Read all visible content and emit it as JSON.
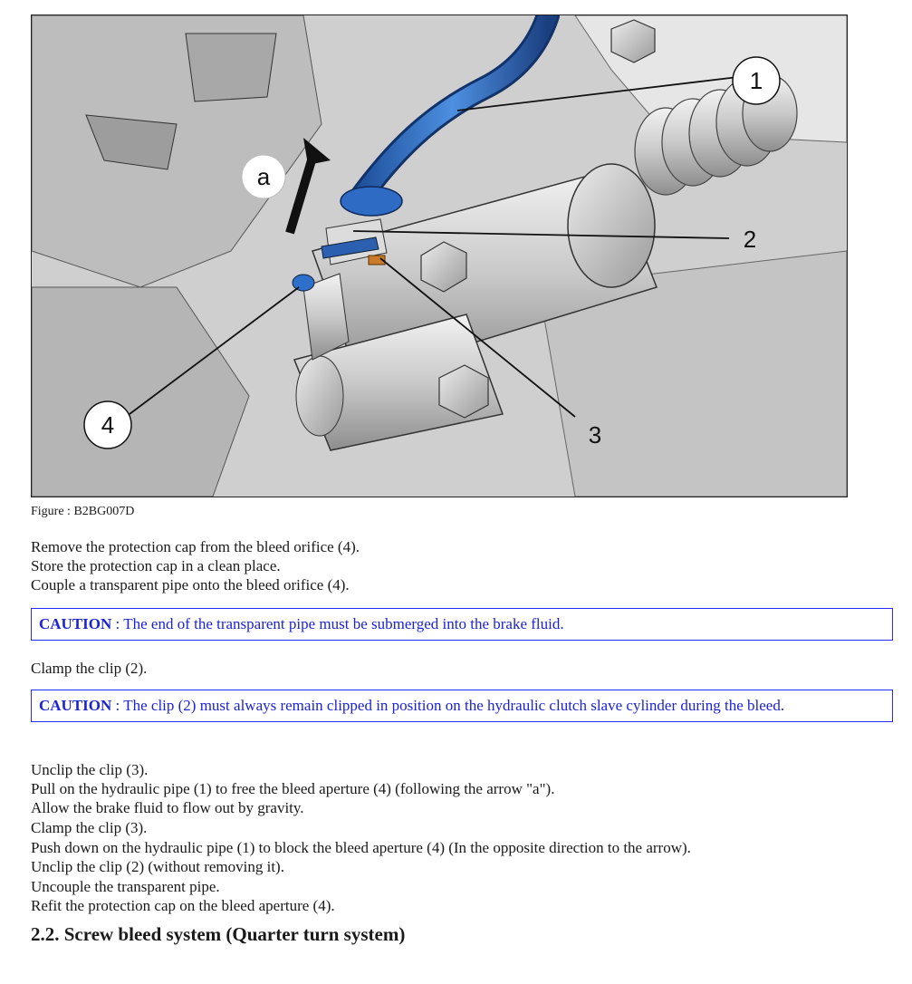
{
  "figure": {
    "caption": "Figure : B2BG007D",
    "callouts": {
      "c1": "1",
      "c2": "2",
      "c3": "3",
      "c4": "4",
      "arrow_label": "a"
    }
  },
  "steps_block_1": [
    "Remove the protection cap from the bleed orifice (4).",
    "Store the protection cap in a clean place.",
    "Couple a transparent pipe onto the bleed orifice (4)."
  ],
  "caution_1": {
    "label": "CAUTION",
    "text": " : The end of the transparent pipe must be submerged into the brake fluid."
  },
  "step_clamp": "Clamp the clip (2).",
  "caution_2": {
    "label": "CAUTION",
    "text": " : The clip (2) must always remain clipped in position on the hydraulic clutch slave cylinder during the bleed."
  },
  "steps_block_2": [
    "Unclip the clip (3).",
    "Pull on the hydraulic pipe (1) to free the bleed aperture (4) (following the arrow \"a\").",
    "Allow the brake fluid to flow out by gravity.",
    "Clamp the clip (3).",
    "Push down on the hydraulic pipe (1) to block the bleed aperture (4) (In the opposite direction to the arrow).",
    "Unclip the clip (2) (without removing it).",
    "Uncouple the transparent pipe.",
    "Refit the protection cap on the bleed aperture (4)."
  ],
  "section_heading": "2.2. Screw bleed system (Quarter turn system)"
}
